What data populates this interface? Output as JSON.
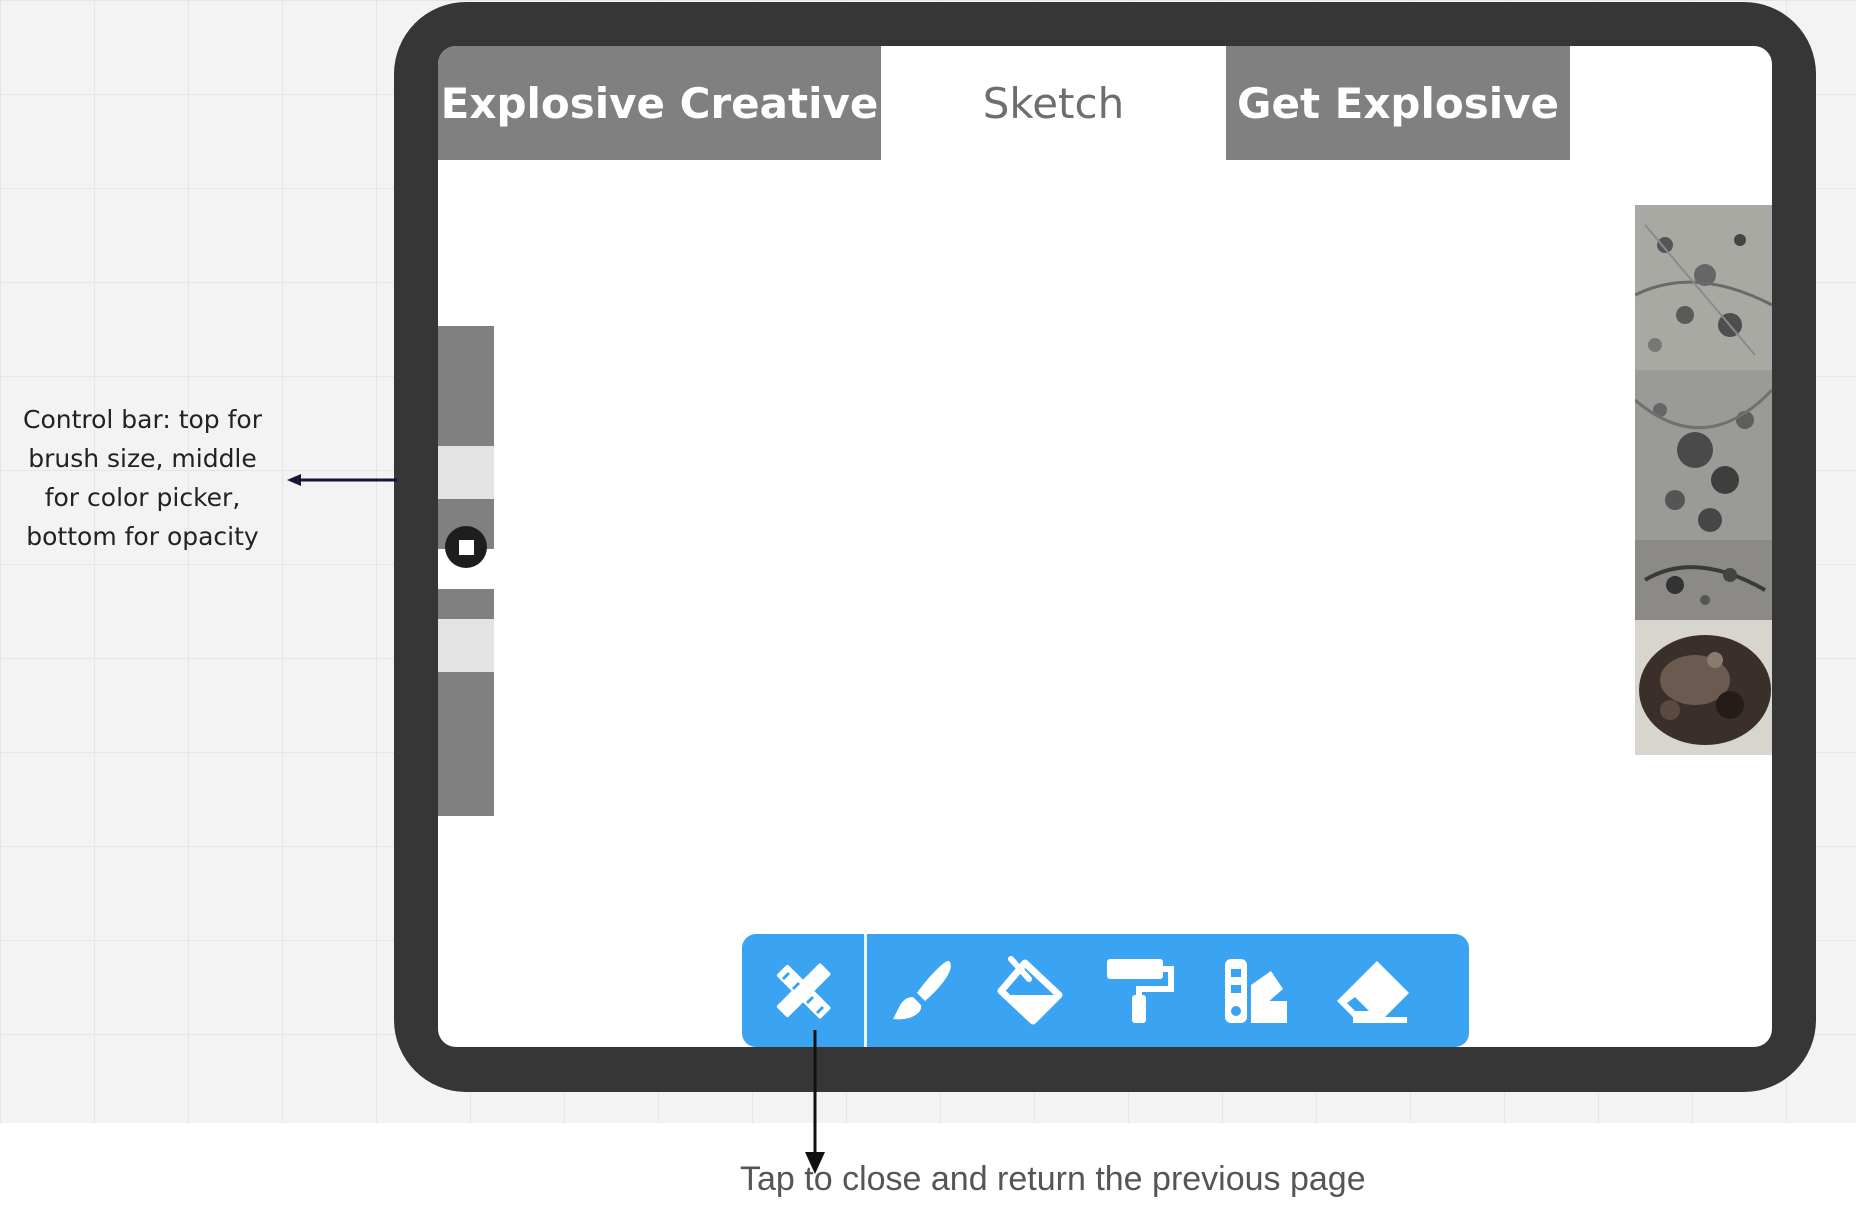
{
  "tabs": [
    {
      "label": "Explosive Creative",
      "state": "inactive"
    },
    {
      "label": "Sketch",
      "state": "active"
    },
    {
      "label": "Get Explosive",
      "state": "inactive"
    }
  ],
  "toolbar": {
    "tools": [
      "pencil-ruler-icon",
      "brush-icon",
      "fill-bucket-icon",
      "paint-roller-icon",
      "swatches-icon",
      "eraser-icon"
    ],
    "accent": "#3aa3f2"
  },
  "annotations": {
    "control_bar_lines": [
      "Control bar: top for",
      "brush size, middle",
      "for color picker,",
      "bottom for opacity"
    ],
    "close_hint": "Tap to close and return the previous page"
  },
  "colors": {
    "frame": "#363636",
    "tab_dark": "#808080",
    "control_light": "#e3e3e3"
  }
}
